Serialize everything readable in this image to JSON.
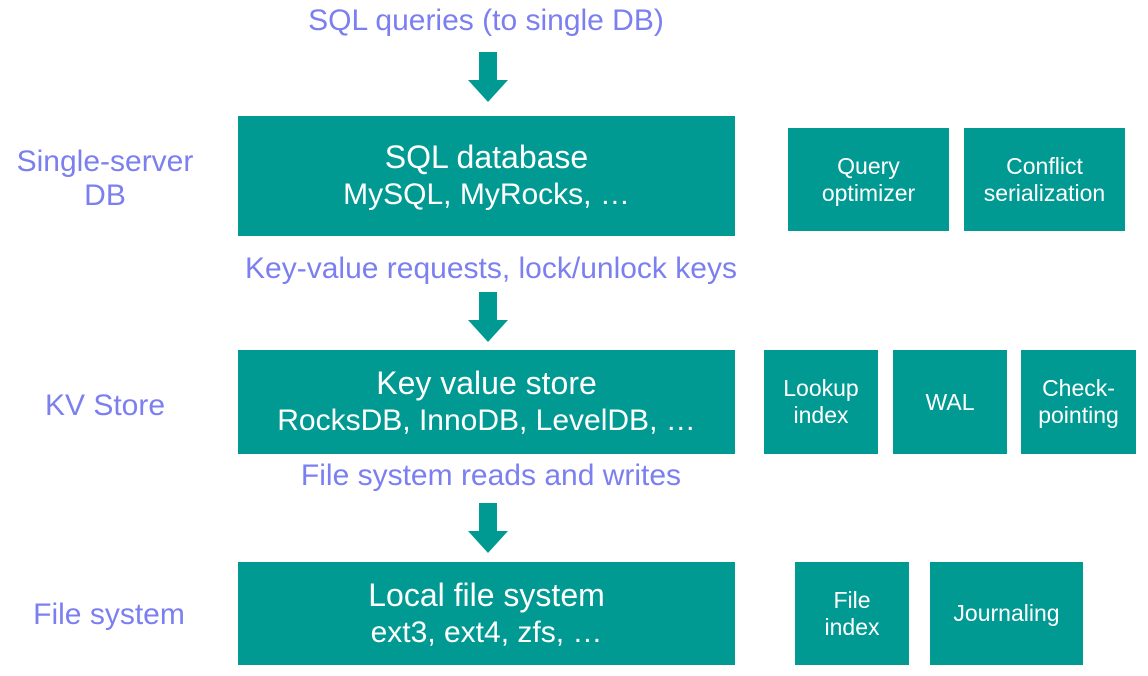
{
  "flows": {
    "top": "SQL queries (to single DB)",
    "kv_requests": "Key-value requests, lock/unlock keys",
    "fs_requests": "File system reads and writes"
  },
  "layers": {
    "sql": {
      "name_line1": "Single-server",
      "name_line2": "DB",
      "title": "SQL database",
      "examples": "MySQL, MyRocks, …",
      "components": [
        {
          "line1": "Query",
          "line2": "optimizer"
        },
        {
          "line1": "Conflict",
          "line2": "serialization"
        }
      ]
    },
    "kv": {
      "name": "KV Store",
      "title": "Key value store",
      "examples": "RocksDB, InnoDB, LevelDB, …",
      "components": [
        {
          "line1": "Lookup",
          "line2": "index"
        },
        {
          "line1": "WAL",
          "line2": ""
        },
        {
          "line1": "Check-",
          "line2": "pointing"
        }
      ]
    },
    "fs": {
      "name": "File system",
      "title": "Local file system",
      "examples": "ext3, ext4, zfs, …",
      "components": [
        {
          "line1": "File",
          "line2": "index"
        },
        {
          "line1": "Journaling",
          "line2": ""
        }
      ]
    }
  },
  "colors": {
    "box": "#009a92",
    "text_accent": "#7b7ff0"
  }
}
